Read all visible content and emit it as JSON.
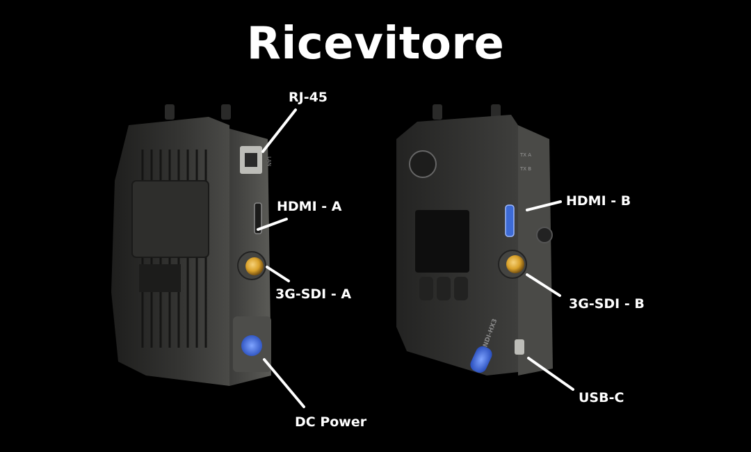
{
  "title": "Ricevitore",
  "device_left": {
    "port_lan_text": "LAN",
    "labels": {
      "rj45": "RJ-45",
      "hdmi_a": "HDMI - A",
      "sdi_a": "3G-SDI - A",
      "dc_power": "DC Power"
    }
  },
  "device_right": {
    "brand_text": "NDI-HX3",
    "tx_a_text": "TX A",
    "tx_b_text": "TX B",
    "labels": {
      "hdmi_b": "HDMI - B",
      "sdi_b": "3G-SDI - B",
      "usb_c": "USB-C"
    }
  },
  "colors": {
    "background": "#000000",
    "text": "#ffffff",
    "sdi_gold": "#d9a12a",
    "accent_blue": "#3b6fe0",
    "device_body": "#3a3a38"
  }
}
